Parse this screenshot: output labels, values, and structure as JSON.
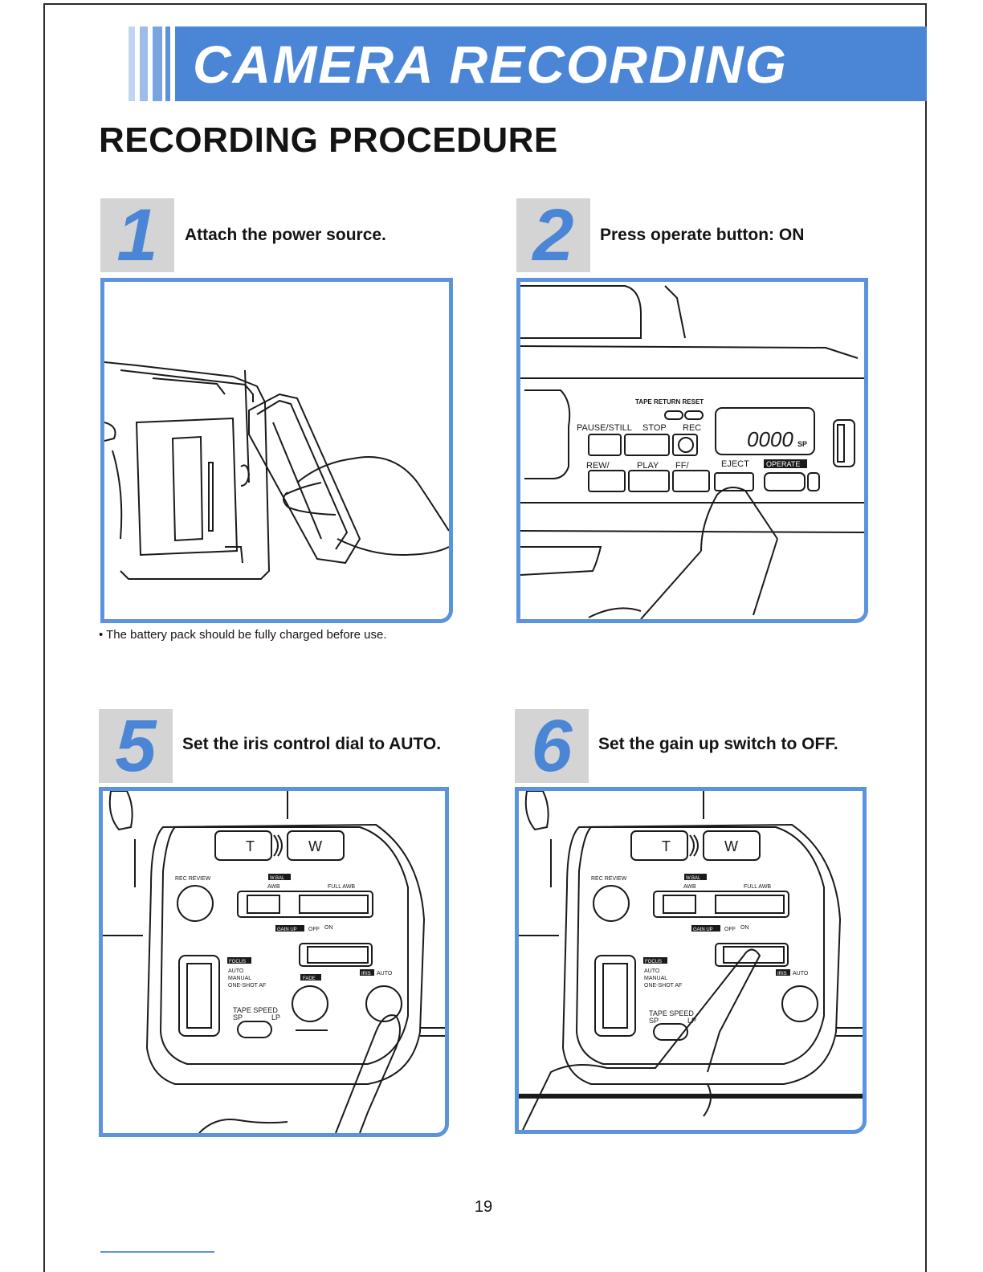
{
  "header": {
    "banner_title": "CAMERA RECORDING"
  },
  "section": {
    "title": "RECORDING PROCEDURE"
  },
  "colors": {
    "accent": "#4b86d6",
    "panel_border": "#5b93dc",
    "step_bg": "#d4d4d4"
  },
  "steps": [
    {
      "number": "1",
      "text": "Attach the power source."
    },
    {
      "number": "2",
      "text": "Press operate button: ON"
    },
    {
      "number": "5",
      "text": "Set the iris control dial to AUTO."
    },
    {
      "number": "6",
      "text": "Set the gain up switch to OFF."
    }
  ],
  "note": "• The battery pack should be fully charged before use.",
  "vcr_panel": {
    "tape_return_reset": "TAPE RETURN RESET",
    "pause_still": "PAUSE/STILL",
    "stop": "STOP",
    "rec": "REC",
    "rew": "REW/",
    "play": "PLAY",
    "ff": "FF/",
    "eject": "EJECT",
    "operate": "OPERATE",
    "counter": "0000",
    "speed": "SP"
  },
  "camera_panel": {
    "t": "T",
    "w": "W",
    "rec_review": "REC REVIEW",
    "w_bal": "W.BAL",
    "awb": "AWB",
    "full_awb": "FULL AWB",
    "gain_up": "GAIN UP",
    "off": "OFF",
    "on": "ON",
    "focus": "FOCUS",
    "auto": "AUTO",
    "manual": "MANUAL",
    "one_shot_af": "ONE-SHOT AF",
    "fade": "FADE",
    "iris": "IRIS",
    "iris_auto": "AUTO",
    "tape_speed": "TAPE SPEED",
    "sp": "SP",
    "lp": "LP"
  },
  "footer": {
    "page_number": "19"
  }
}
